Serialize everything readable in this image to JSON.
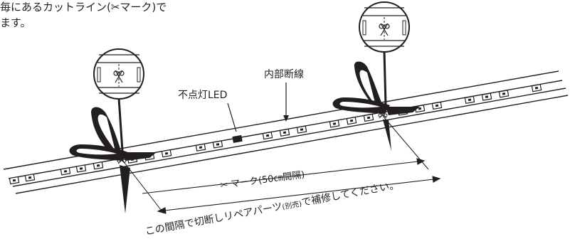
{
  "intro": {
    "line1": "毎にあるカットライン(✂マーク)で",
    "line2": "ます。"
  },
  "labels": {
    "internal_break": "内部断線",
    "dead_led": "不点灯LED",
    "mark_spacing": "✂ マーク(50㎝間隔)",
    "repair_prefix": "この間隔で切断しリペアパーツ",
    "repair_sold_separately": "(別売)",
    "repair_suffix": "で補修してください。"
  },
  "colors": {
    "line": "#231f20",
    "background": "#ffffff"
  }
}
